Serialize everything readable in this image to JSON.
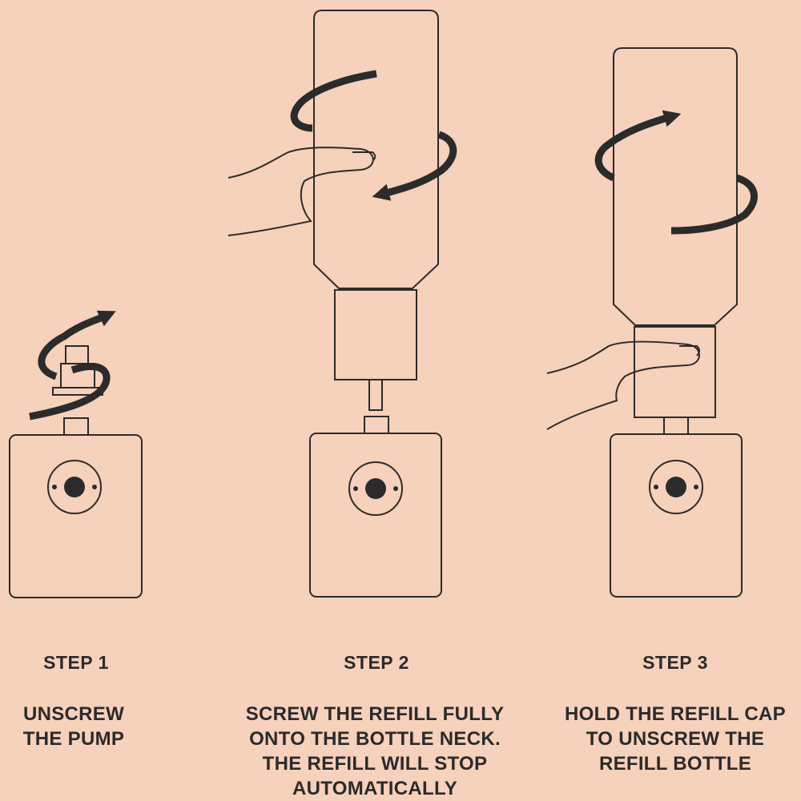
{
  "colors": {
    "background": "#f6d1bb",
    "ink": "#2b2b2b"
  },
  "steps": [
    {
      "title": "STEP 1",
      "description": "UNSCREW\nTHE PUMP"
    },
    {
      "title": "STEP 2",
      "description": "SCREW THE REFILL FULLY\nONTO THE BOTTLE NECK.\nTHE REFILL WILL STOP\nAUTOMATICALLY"
    },
    {
      "title": "STEP 3",
      "description": "HOLD THE REFILL CAP\nTO UNSCREW THE\nREFILL BOTTLE"
    }
  ]
}
